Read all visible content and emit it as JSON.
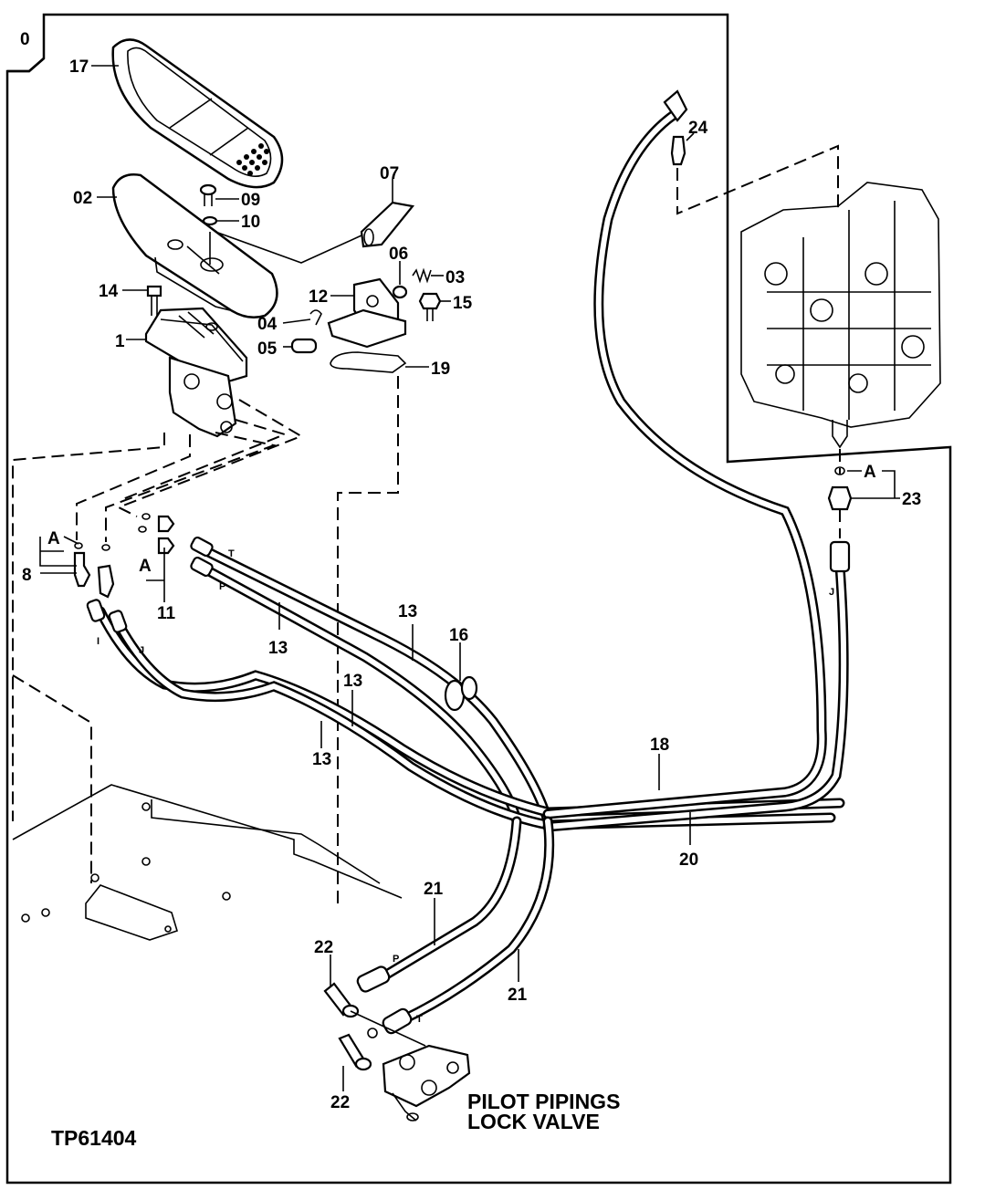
{
  "figure_id": "TP61404",
  "corner_mark": "0",
  "caption": {
    "line1": "PILOT PIPINGS",
    "line2": "LOCK VALVE"
  },
  "callouts": {
    "p1": "1",
    "p02": "02",
    "p03": "03",
    "p04": "04",
    "p05": "05",
    "p06": "06",
    "p07": "07",
    "p8": "8",
    "p09": "09",
    "p10": "10",
    "p11": "11",
    "p12": "12",
    "p13": "13",
    "p14": "14",
    "p15": "15",
    "p16": "16",
    "p17": "17",
    "p18": "18",
    "p19": "19",
    "p20": "20",
    "p21": "21",
    "p22": "22",
    "p23": "23",
    "p24": "24"
  },
  "detail_marks": {
    "a": "A"
  },
  "port_marks": {
    "t": "T",
    "p": "P",
    "i": "I",
    "j": "J"
  }
}
